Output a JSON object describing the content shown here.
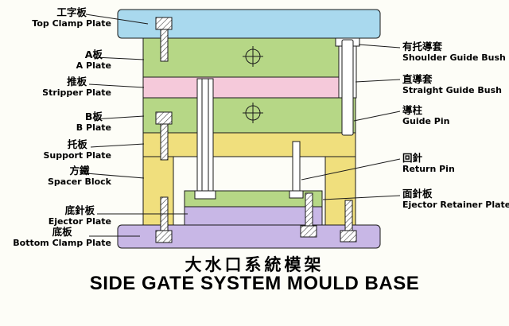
{
  "diagram": {
    "left_labels": [
      {
        "zh": "工字板",
        "en": "Top Clamp Plate"
      },
      {
        "zh": "A板",
        "en": "A Plate"
      },
      {
        "zh": "推板",
        "en": "Stripper Plate"
      },
      {
        "zh": "B板",
        "en": "B Plate"
      },
      {
        "zh": "托板",
        "en": "Support Plate"
      },
      {
        "zh": "方鐵",
        "en": "Spacer Block"
      },
      {
        "zh": "底針板",
        "en": "Ejector Plate"
      },
      {
        "zh": "底板",
        "en": "Bottom Clamp Plate"
      }
    ],
    "right_labels": [
      {
        "zh": "有托導套",
        "en": "Shoulder Guide Bush"
      },
      {
        "zh": "直導套",
        "en": "Straight Guide Bush"
      },
      {
        "zh": "導柱",
        "en": "Guide Pin"
      },
      {
        "zh": "回針",
        "en": "Return Pin"
      },
      {
        "zh": "面針板",
        "en": "Ejector Retainer Plate"
      }
    ],
    "colors": {
      "top_clamp_plate": "#a9d9ee",
      "a_plate": "#b6d786",
      "stripper_plate": "#f5c9da",
      "b_plate": "#b6d786",
      "support_plate": "#f0df7d",
      "spacer_block": "#f0df7d",
      "ejector_retainer_plate": "#b6d786",
      "ejector_plate": "#c8b7e6",
      "bottom_clamp_plate": "#c8b7e6",
      "outline": "#1a1a1a"
    }
  },
  "title": {
    "zh": "大水口系統模架",
    "en": "SIDE GATE SYSTEM MOULD BASE"
  }
}
